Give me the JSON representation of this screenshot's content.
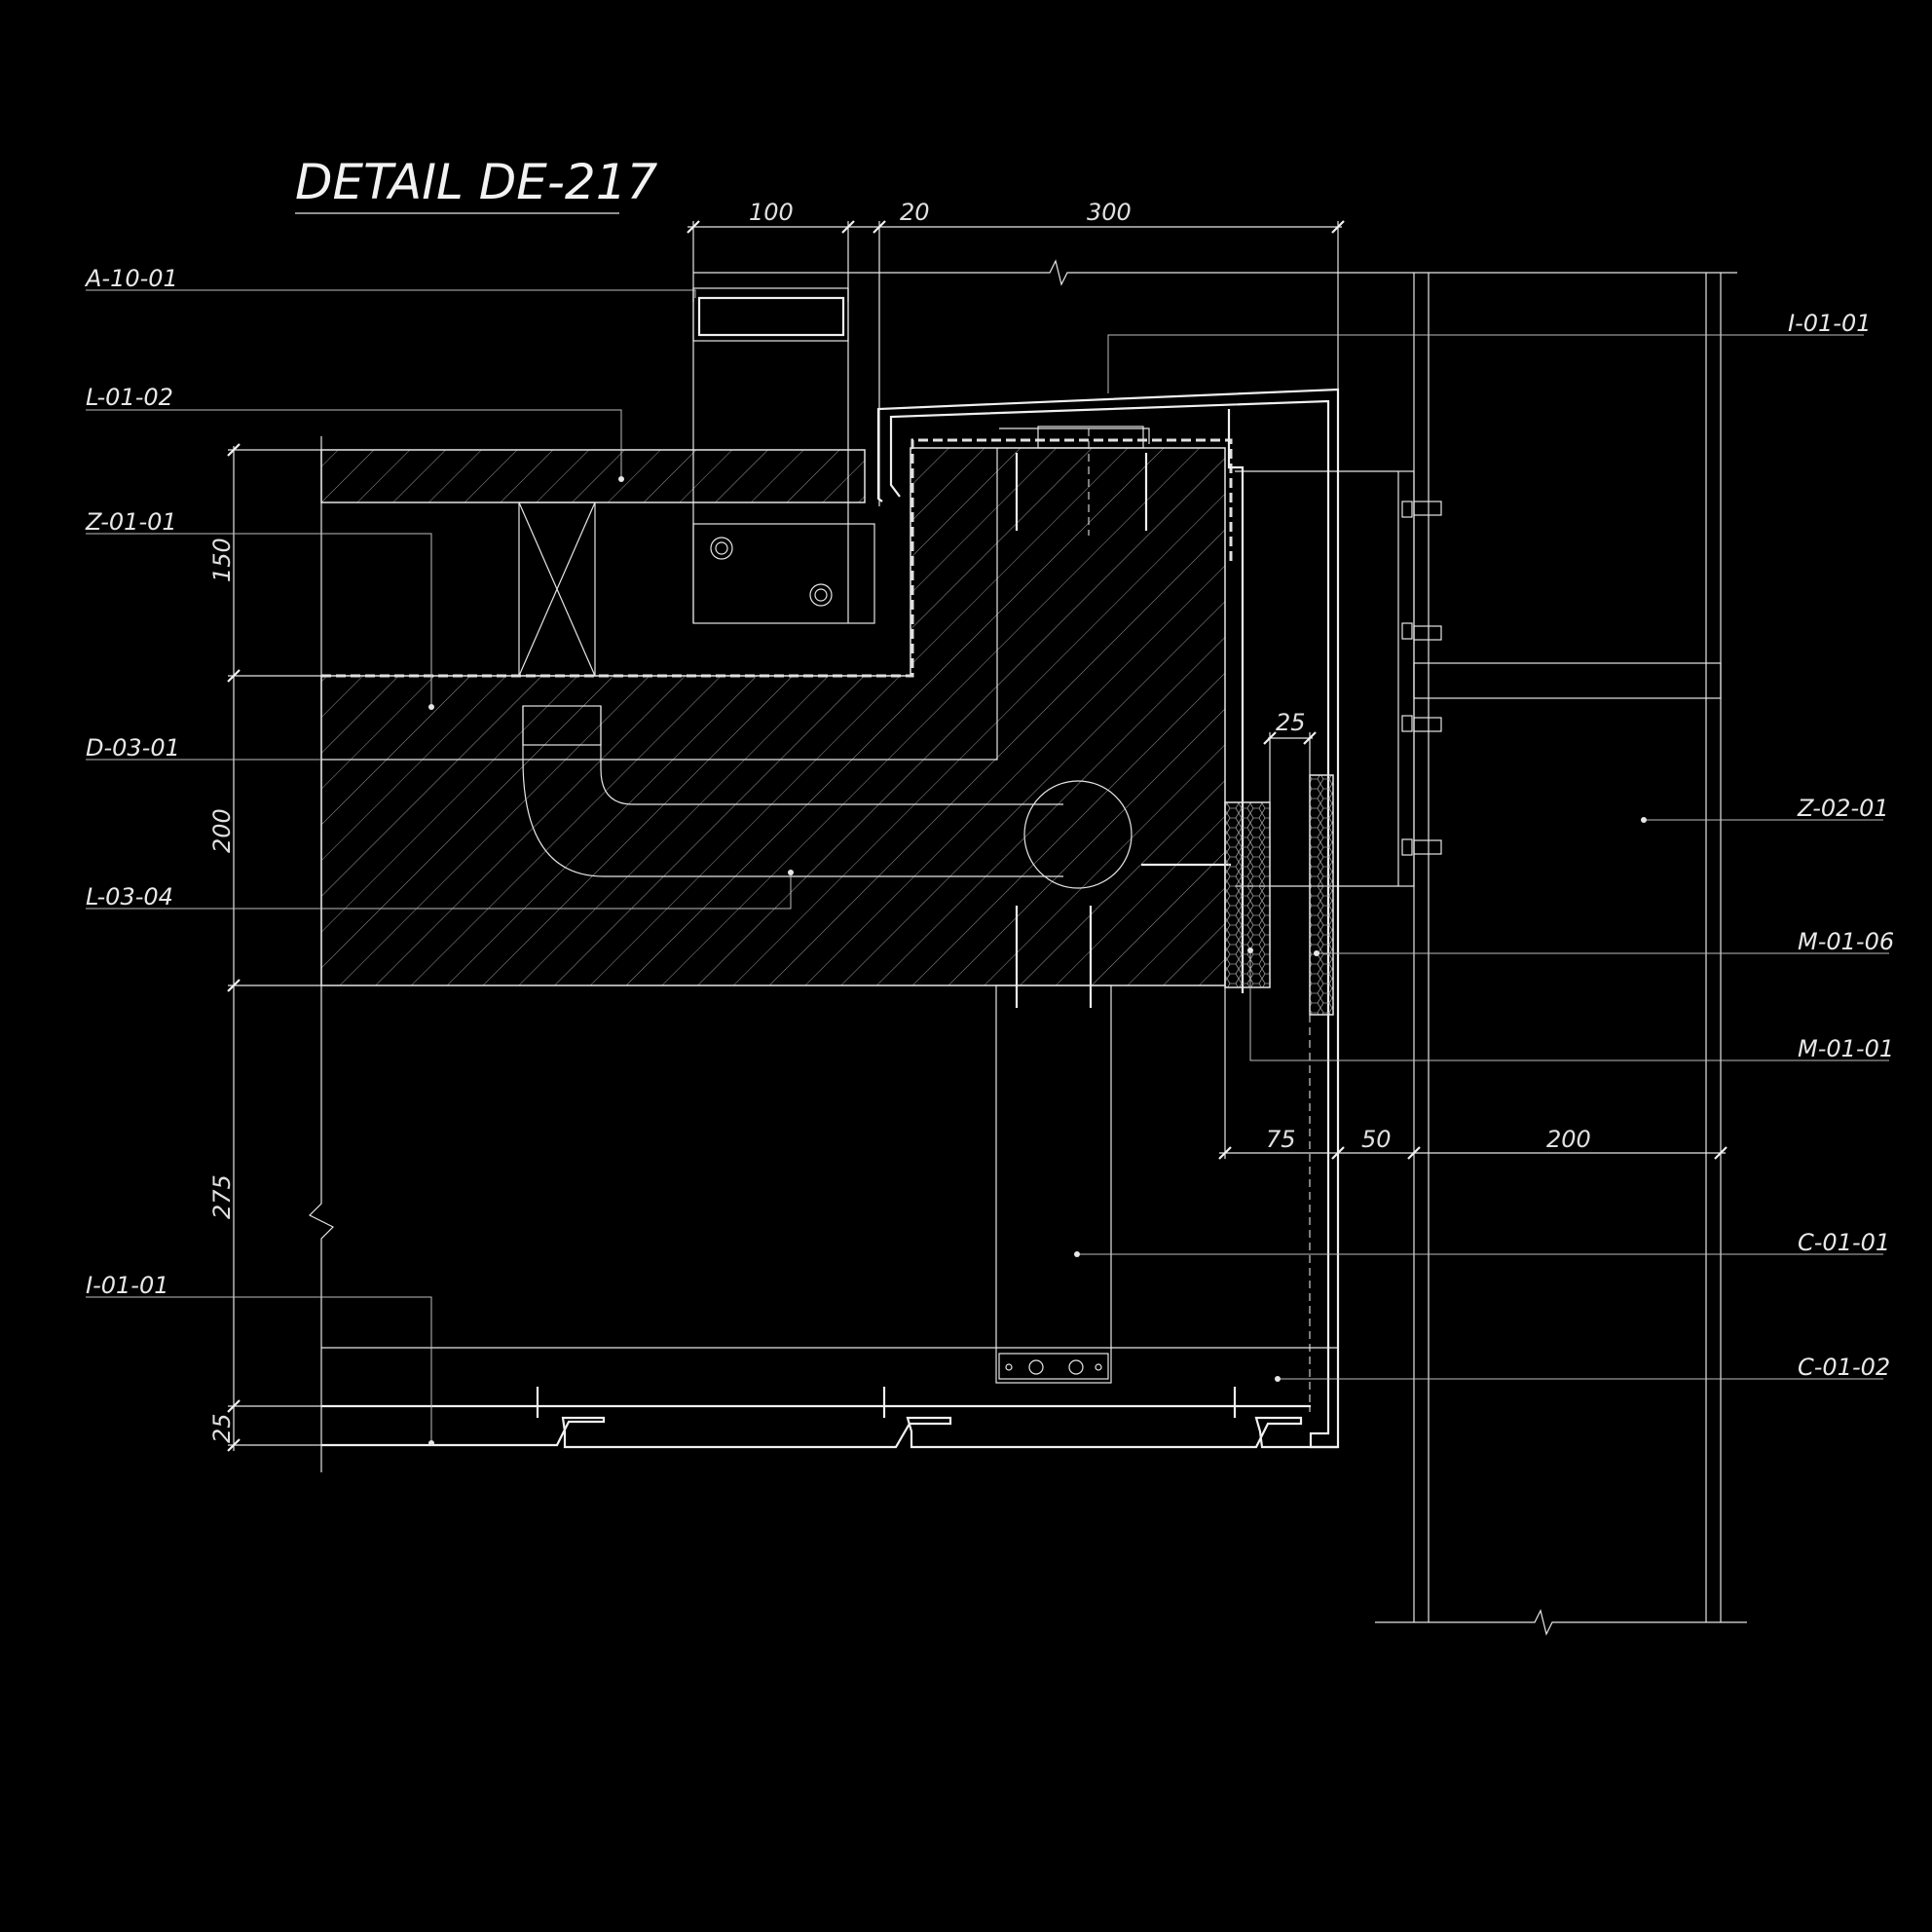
{
  "title": "DETAIL DE-217",
  "labels_left": {
    "a_10_01": "A-10-01",
    "l_01_02": "L-01-02",
    "z_01_01": "Z-01-01",
    "d_03_01": "D-03-01",
    "l_03_04": "L-03-04",
    "i_01_01_bottom": "I-01-01"
  },
  "labels_right": {
    "i_01_01_top": "I-01-01",
    "z_02_01": "Z-02-01",
    "m_01_06": "M-01-06",
    "m_01_01": "M-01-01",
    "c_01_01": "C-01-01",
    "c_01_02": "C-01-02"
  },
  "dimensions": {
    "top_100": "100",
    "top_20": "20",
    "top_300": "300",
    "left_150": "150",
    "left_200": "200",
    "left_275": "275",
    "left_25": "25",
    "mid_25": "25",
    "bottom_75": "75",
    "bottom_50": "50",
    "bottom_200": "200"
  },
  "colors": {
    "background": "#000000",
    "line": "#e6e6e6"
  }
}
